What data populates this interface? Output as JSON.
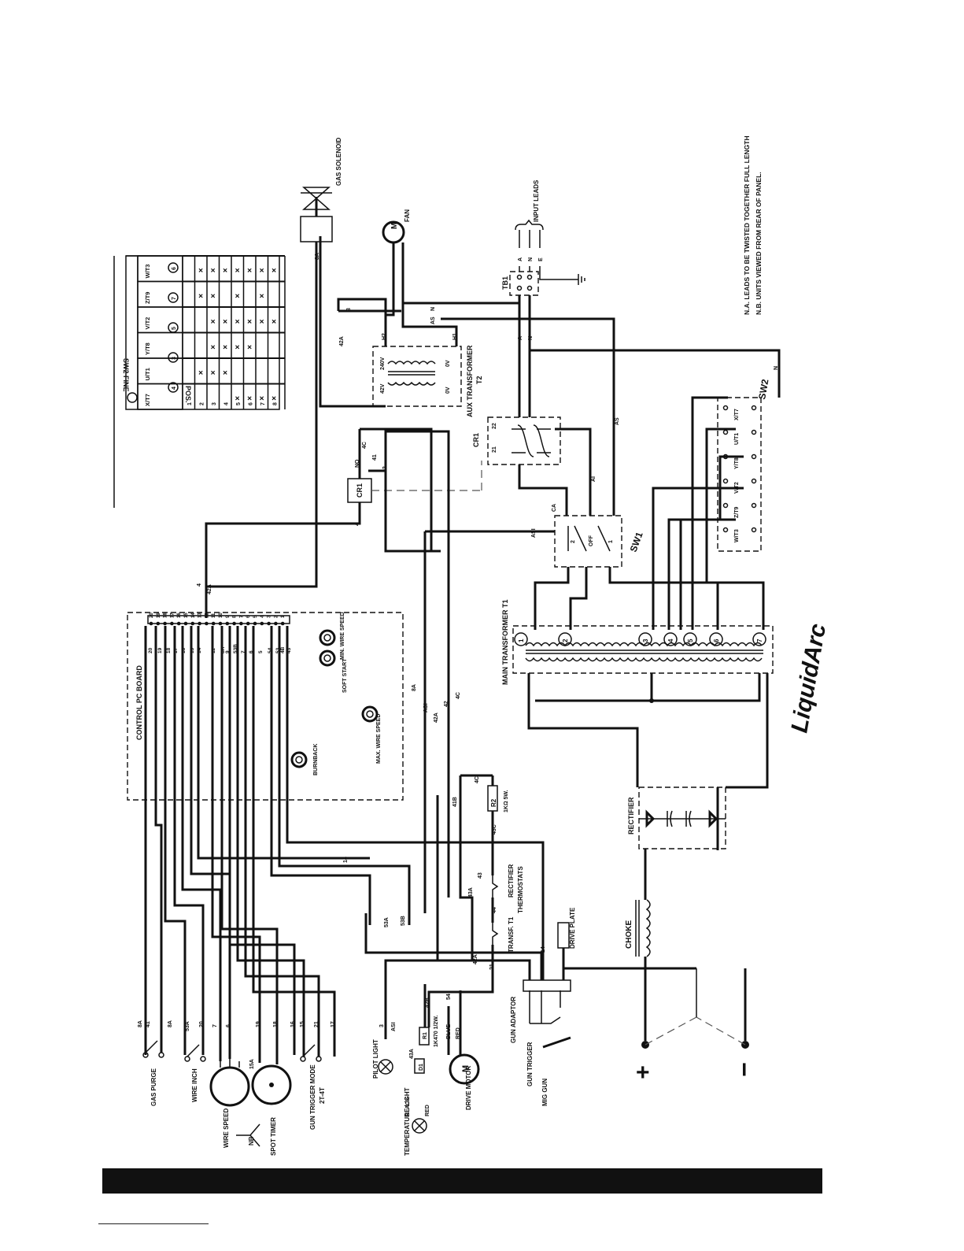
{
  "colors": {
    "ink": "#111111",
    "paper": "#ffffff"
  },
  "sw2_table": {
    "title": "SW2 FINE",
    "pos_header": "POS.",
    "col_labels": [
      "X/T7",
      "U/T1",
      "Y/T8",
      "V/T2",
      "Z/T9",
      "W/T3"
    ],
    "circle_labels": [
      "6",
      "7",
      "5",
      "3",
      "4"
    ],
    "rows": [
      {
        "pos": "1",
        "marks": [
          0,
          0,
          0,
          0,
          0,
          0
        ]
      },
      {
        "pos": "2",
        "marks": [
          0,
          1,
          0,
          0,
          1,
          1
        ]
      },
      {
        "pos": "3",
        "marks": [
          0,
          1,
          1,
          1,
          1,
          1
        ]
      },
      {
        "pos": "4",
        "marks": [
          0,
          1,
          1,
          1,
          0,
          1
        ]
      },
      {
        "pos": "5",
        "marks": [
          1,
          0,
          1,
          1,
          1,
          1
        ]
      },
      {
        "pos": "6",
        "marks": [
          1,
          0,
          1,
          1,
          0,
          1
        ]
      },
      {
        "pos": "7",
        "marks": [
          1,
          0,
          0,
          1,
          1,
          1
        ]
      },
      {
        "pos": "8",
        "marks": [
          1,
          0,
          0,
          1,
          0,
          1
        ]
      }
    ]
  },
  "labels": {
    "gas_solenoid": "GAS SOLENOID",
    "fan": "FAN",
    "input_leads": "INPUT LEADS",
    "tb1": "TB1",
    "note_1": "N.A. LEADS TO BE TWISTED TOGETHER FULL LENGTH",
    "note_2": "N.B. UNITS VIEWED FROM REAR OF PANEL.",
    "aux_transformer": "AUX TRANSFORMER",
    "t2": "T2",
    "cr1_coil": "CR1",
    "cr1_contacts": "CR1",
    "sw1": "SW1",
    "sw2": "SW2",
    "main_transformer": "MAIN TRANSFORMER T1",
    "liquidarc": "LiquidArc",
    "control_pc_board": "CONTROL PC BOARD",
    "soft_start": "SOFT START",
    "min_wire_speed": "MIN. WIRE SPEED",
    "max_wire_speed": "MAX. WIRE SPEED",
    "burnback": "BURNBACK",
    "rectifier": "RECTIFIER",
    "choke": "CHOKE",
    "drive_plate": "DRIVE PLATE",
    "rectifier_thermostat": "RECTIFIER",
    "thermostats": "THERMOSTATS",
    "transf_t1": "TRANSF. T1",
    "r2": "R2",
    "r2_value": "1KΩ 5W.",
    "r1": "R1",
    "r1_value": "1K470 1/2W.",
    "d1": "D1",
    "gas_purge": "GAS PURGE",
    "wire_inch": "WIRE INCH",
    "wire_speed": "WIRE SPEED",
    "spot_timer": "SPOT TIMER",
    "nb": "NB",
    "gun_trigger_mode": "GUN TRIGGER MODE",
    "gun_trigger_mode_value": "2T-4T",
    "pilot_light": "PILOT LIGHT",
    "temperature_light": "TEMPERATURE LIGHT",
    "black": "BLACK",
    "red": "RED",
    "blue": "BLUE",
    "red_2": "RED",
    "drive_motor": "DRIVE MOTOR",
    "motor_m": "M",
    "fan_m": "M",
    "gun_adaptor": "GUN ADAPTOR",
    "gun_trigger": "GUN TRIGGER",
    "mig_gun": "MIG GUN",
    "plus": "+",
    "minus": "−"
  },
  "wire_labels": {
    "w8a_top": "8A",
    "w3_top": "3",
    "w42a_top": "42A",
    "wAS_top": "AS",
    "wN_top": "N",
    "wA_tb": "A",
    "wN_tb": "N",
    "wE_tb": "E",
    "wA_in": "A",
    "wN_in": "N",
    "wA_down": "A",
    "wN_down": "N",
    "w41": "41",
    "w42": "42",
    "w4C": "4C",
    "wNO": "NO",
    "w4": "4",
    "w4_pc": "4",
    "w42a_pc": "42A",
    "w1": "1",
    "w2": "2",
    "wOFF": "OFF",
    "wCA": "CA",
    "wASI": "ASI",
    "wAI": "AI",
    "wAS": "AS",
    "wN_sw2": "N",
    "w21": "21",
    "w22": "22",
    "w240v": "240V",
    "w0v_a": "0V",
    "w42v": "42V",
    "w0v_b": "0V",
    "wH1": "H1",
    "wH2": "H2",
    "w8A_pc": "8A",
    "wASI_pc": "ASI",
    "w42A_pc": "42A",
    "w42_pc": "42",
    "w4C_pc": "4C",
    "w41B": "41B",
    "w4C_r2": "4C",
    "w43C": "43C",
    "w43": "43",
    "w44": "44",
    "w43A": "43A",
    "w14": "14",
    "w53B": "53B",
    "w53A": "53A",
    "w21b": "21",
    "w14b": "14",
    "w42A_b": "42A",
    "w8A_gp": "8A",
    "w41_gp": "41",
    "w8A_gp2": "8A",
    "w53A_wi": "53A",
    "w20_wi": "20",
    "w7": "7",
    "w6": "6",
    "w19": "19",
    "w18": "18",
    "w16": "16",
    "w15": "15",
    "w21_gt": "21",
    "w17": "17",
    "w3_pl": "3",
    "wASI_pl": "ASI",
    "w43A_tl": "43A",
    "w42B": "42B",
    "w54": "54",
    "w15A": "15A"
  },
  "pc_board_pins_top": [
    "20",
    "19",
    "18",
    "17",
    "16",
    "15",
    "14",
    "13",
    "12",
    "11",
    "10",
    "9",
    "8",
    "7",
    "6",
    "5",
    "4",
    "3",
    "2",
    "1"
  ],
  "pc_board_wires": [
    "20",
    "19",
    "18",
    "17",
    "16",
    "15",
    "14",
    "11",
    "8A",
    "9",
    "53B",
    "7",
    "6",
    "5",
    "54",
    "53",
    "4B",
    "43"
  ],
  "pc_board_upper": [
    "4",
    "42A"
  ],
  "transformer_taps": [
    "1",
    "2",
    "3",
    "4",
    "5",
    "6",
    "7"
  ],
  "sw2_terminals": [
    "X/T7",
    "U/T1",
    "Y/T8",
    "V/T2",
    "Z/T9",
    "W/T3"
  ]
}
